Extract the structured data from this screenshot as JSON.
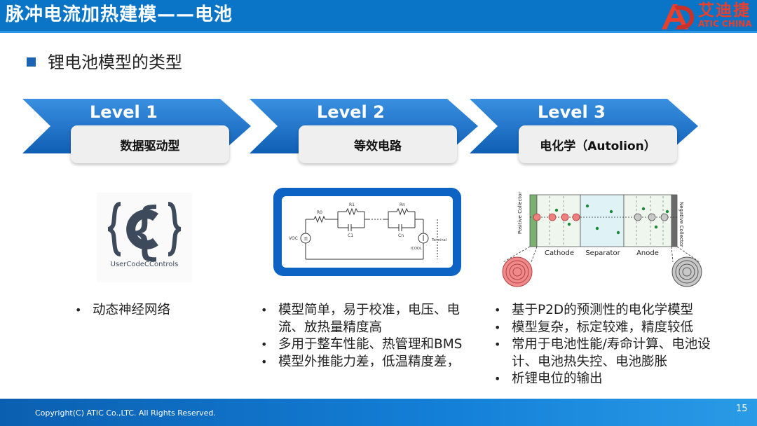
{
  "header": {
    "title": "脉冲电流加热建模——电池"
  },
  "logo": {
    "cn": "艾迪捷",
    "en": "ATIC CHINA",
    "color": "#e8402c"
  },
  "section": {
    "title": "锂电池模型的类型"
  },
  "levels": [
    {
      "label": "Level 1",
      "box": "数据驱动型",
      "image_caption": "UserCodeCControls",
      "bullets": [
        "动态神经网络"
      ]
    },
    {
      "label": "Level 2",
      "box": "等效电路",
      "circuit_labels": [
        "R0",
        "R1",
        "C1",
        "Rn",
        "Cn",
        "VOC",
        "ICOOL",
        "Terminal"
      ],
      "bullets": [
        "模型简单，易于校准，电压、电流、放热量精度高",
        "多用于整车性能、热管理和BMS",
        "模型外推能力差，低温精度差，"
      ]
    },
    {
      "label": "Level 3",
      "box": "电化学（Autolion）",
      "cell_labels": {
        "positive": "Positive Collector",
        "negative": "Negative Collector",
        "cathode": "Cathode",
        "separator": "Separator",
        "anode": "Anode"
      },
      "bullets": [
        "基于P2D的预测性的电化学模型",
        "模型复杂，标定较难，精度较低",
        "常用于电池性能/寿命计算、电池设计、电池热失控、电池膨胀",
        "析锂电位的输出"
      ]
    }
  ],
  "footer": {
    "copyright": "Copyright(C) ATIC Co.,LTC. All Rights Reserved.",
    "page": "15"
  },
  "colors": {
    "header": "#0a74c7",
    "chevron": "#1a6fc7",
    "accent_red": "#e8402c"
  }
}
